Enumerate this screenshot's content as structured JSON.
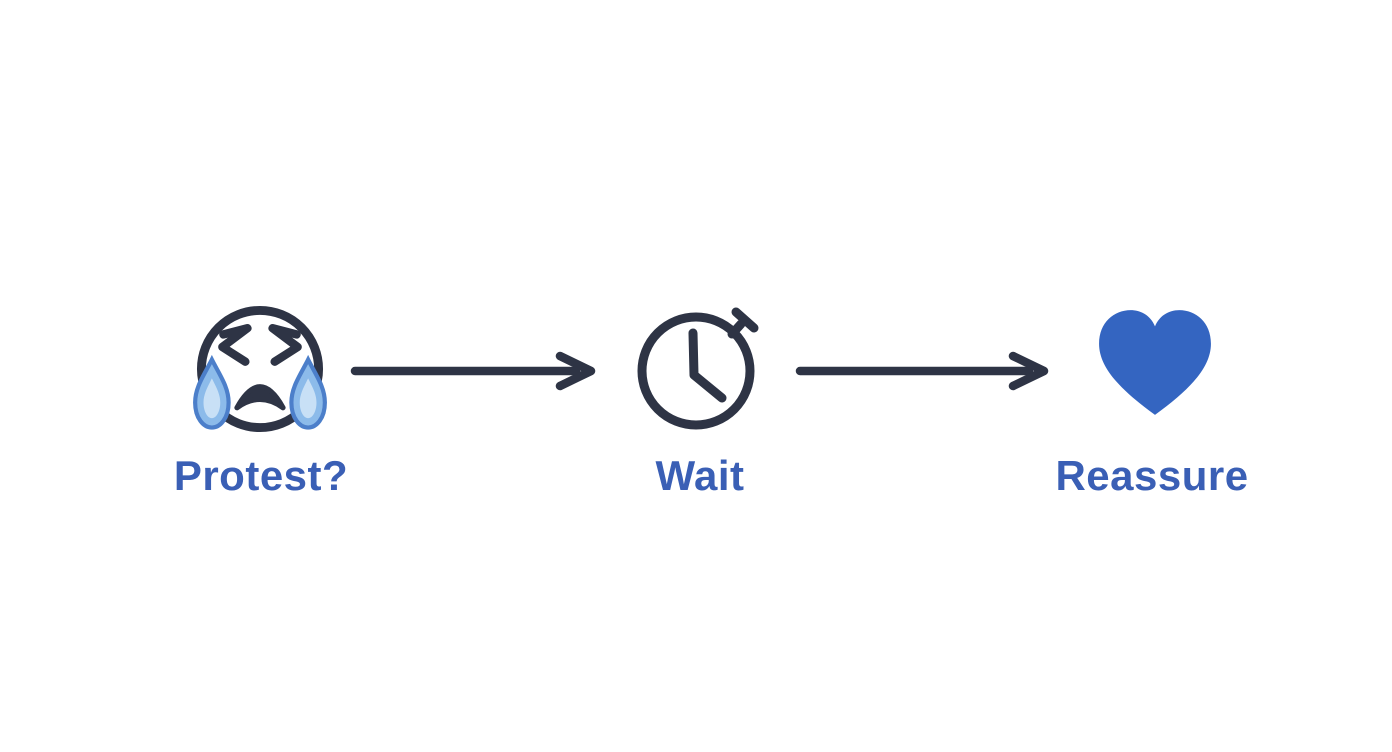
{
  "diagram": {
    "type": "flow",
    "steps": [
      {
        "id": "protest",
        "label": "Protest?",
        "icon": "crying-face-icon"
      },
      {
        "id": "wait",
        "label": "Wait",
        "icon": "stopwatch-icon"
      },
      {
        "id": "reassure",
        "label": "Reassure",
        "icon": "blue-heart-icon"
      }
    ],
    "connectors": [
      {
        "from": "protest",
        "to": "wait",
        "icon": "arrow-right-icon"
      },
      {
        "from": "wait",
        "to": "reassure",
        "icon": "arrow-right-icon"
      }
    ]
  },
  "colors": {
    "background": "#ffffff",
    "outline": "#2e3445",
    "label": "#3a5fb5",
    "heart": "#3465c1",
    "tear-fill": "#8cbbea",
    "tear-light": "#c8e0f6",
    "tear-stroke": "#4c7fca"
  }
}
